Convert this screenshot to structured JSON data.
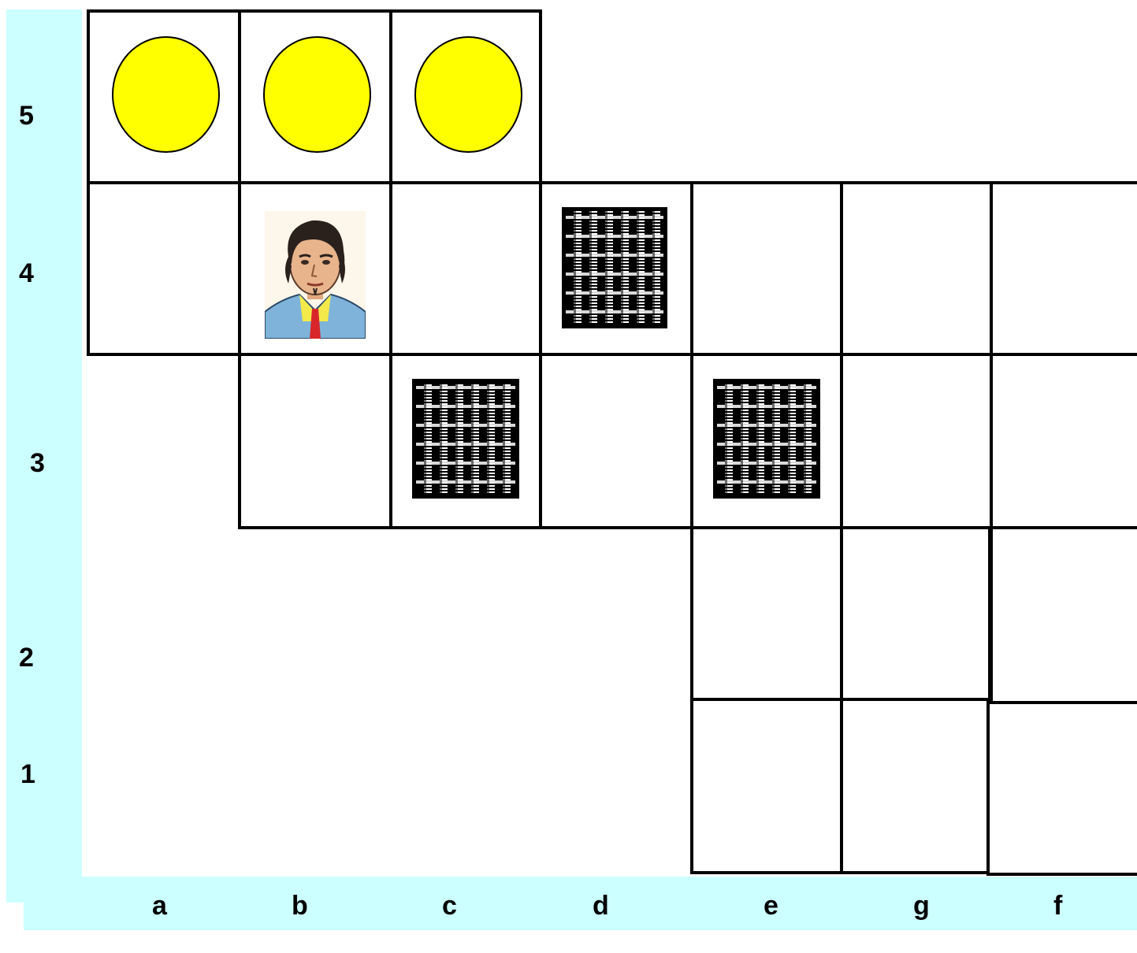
{
  "board": {
    "ranks": [
      "5",
      "4",
      "3",
      "2",
      "1"
    ],
    "files": [
      "a",
      "b",
      "c",
      "d",
      "e",
      "g",
      "f"
    ]
  },
  "pieces": {
    "coins": [
      "a5",
      "b5",
      "c5"
    ],
    "player": "b4",
    "obstacles": [
      "d4",
      "c3",
      "e3"
    ]
  },
  "colors": {
    "label_band": "#ccffff",
    "coin": "#ffff00",
    "grid_line": "#000000"
  },
  "icons": {
    "coin": "coin-icon",
    "player": "man-portrait-icon",
    "obstacle": "checkered-block-icon"
  }
}
